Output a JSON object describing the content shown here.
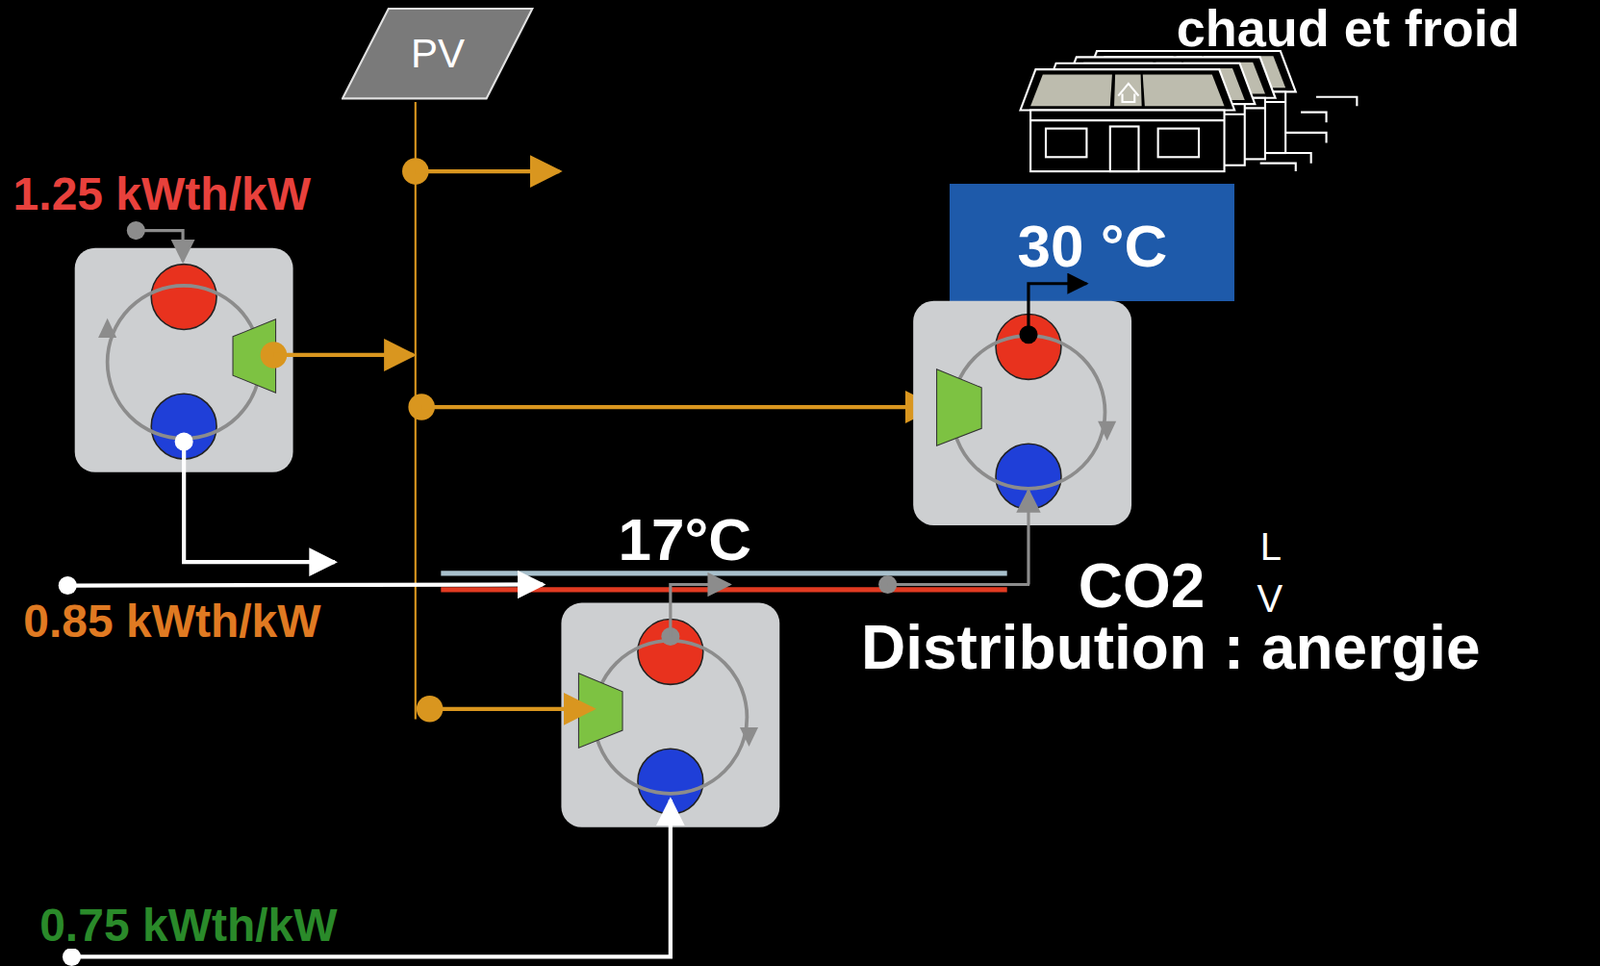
{
  "diagram": {
    "title": "chaud et froid",
    "nodes": [
      {
        "text": [
          "PV"
        ]
      },
      {
        "text": [
          "30 °C"
        ]
      }
    ],
    "labels": [
      "1.25 kWth/kW",
      "0.85 kWth/kW",
      "17°C",
      "CO2",
      "L",
      "V",
      "Distribution : anergie",
      "0.75 kWth/kW"
    ]
  }
}
